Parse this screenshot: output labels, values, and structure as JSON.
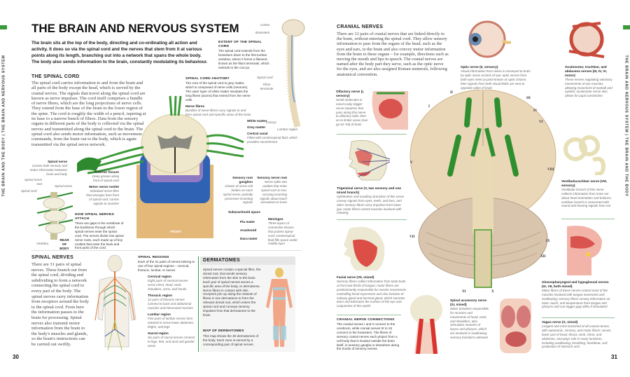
{
  "page_left": {
    "number": "30",
    "running_head": "THE BRAIN AND THE BODY  |  THE BRAIN AND NERVOUS SYSTEM",
    "title": "THE BRAIN AND NERVOUS SYSTEM",
    "intro": "The brain sits at the top of the body, directing and co-ordinating all action and activity. It does so via the spinal cord and the nerves that stem from it at various points along its length, branching out into a network that spans the whole body. The body also sends information to the brain, constantly modulating its behaviour.",
    "extent": {
      "heading": "EXTENT OF THE SPINAL CORD",
      "text": "The spinal cord extends from the brainstem down to the first lumbar vertebra, where it forms a filament, known as the filum terminale, which extends to the coccyx."
    },
    "spine_labels": {
      "cortex": "Cortex",
      "brainstem": "Brainstem",
      "spinal_cord": "Spinal cord",
      "filum": "Filum terminale",
      "coccyx": "Coccyx",
      "lumbar": "Lumbar region"
    },
    "spinal_cord": {
      "heading": "THE SPINAL CORD",
      "text": "The spinal cord carries information to and from the brain and all parts of the body except the head, which is served by the cranial nerves. The signals that travel along the spinal cord are known as nerve impulses. The cord itself comprises a bundle of nerve fibres, which are the long projections of nerve cells. They extend from the base of the brain to the lower region of the spine. The cord is roughly the width of a pencil, tapering at its base to a narrow bunch of fibres. Data from the sensory organs in different parts of the body is collected via the spinal nerves and transmitted along the spinal cord to the brain. The spinal cord also sends motor information, such as movement commands, from the brain out to the body, which is again transmitted via the spinal nerve network."
    },
    "anatomy": {
      "heading": "SPINAL CORD ANATOMY",
      "text": "The core of the spinal cord is grey matter, which is composed of nerve cells (neurons). The outer layer of white matter insulates the long fibres (axons) that extend from the nerve cells."
    },
    "labels": {
      "nerve_fibres": {
        "title": "Nerve fibres",
        "text": "Bundles of nerve fibres carry signals to and from spinal cord and specific areas of the brain"
      },
      "white_matter": "White matter",
      "grey_matter": "Grey matter",
      "central_canal": {
        "title": "Central canal",
        "text": "Filled with cerebrospinal fluid, which provides nourishment"
      },
      "spinal_nerve": {
        "title": "Spinal nerve",
        "text": "Carries both sensory and motor information between brain and body"
      },
      "anterior_fissure": {
        "title": "Anterior fissure",
        "text": "Deep groove along front of spinal cord"
      },
      "motor_rootlet": {
        "title": "Motor nerve rootlet",
        "text": "Individual nerve fibre that emerges from front of spinal cord; carries signals to muscles"
      },
      "sensory_ganglion": {
        "title": "Sensory root ganglion",
        "text": "Cluster of nerve cell bodies on each spinal nerve; partially processes incoming signals"
      },
      "sensory_root": {
        "title": "Sensory nerve root",
        "text": "Nerve splits into rootlets that enter spinal cord at rear, carrying incoming signals about touch sensations to brain"
      },
      "subarachnoid": "Subarachnoid space",
      "pia": "Pia mater",
      "arachnoid": "Arachnoid",
      "dura": "Dura mater",
      "meninges": {
        "title": "Meninges",
        "text": "Three layers of connective tissues that protect spinal cord; cerebrospinal fluid fills space under middle layer"
      },
      "front": "FRONT",
      "v_spinal_nerve_root": "Spinal nerve root",
      "v_spinal_nerve": "Spinal nerve",
      "v_spinal_cord": "Spinal cord",
      "v_vertebra": "Vertebra",
      "rear": "REAR OF BODY"
    },
    "attach": {
      "heading": "HOW SPINAL NERVES ATTACH",
      "text": "There are gaps in the vertebrae of the backbone through which spinal nerves enter the spinal cord. The nerves divide into spinal nerve roots, each made up of tiny rootlets that enter the back and front parts of the cord."
    },
    "spinal_nerves": {
      "heading": "SPINAL NERVES",
      "text": "There are 31 pairs of spinal nerves. These branch out from the spinal cord, dividing and subdividing to form a network connecting the spinal cord to every part of the body. The spinal nerves carry information from receptors around the body to the spinal cord. From here the information passes to the brain for processing. Spinal nerves also transmit motor information from the brain to the body's muscles and glands, so the brain's instructions can be carried out swiftly."
    },
    "regions": {
      "heading": "SPINAL REGIONS",
      "text": "Each of the 31 pairs of nerves belong to one of four spinal regions – cervical, thoracic, lumbar, or sacral.",
      "items": [
        {
          "title": "Cervical region",
          "text": "Eight pairs of cervical nerves serve chest, head, neck, shoulders, arms, and hands"
        },
        {
          "title": "Thoracic region",
          "text": "12 pairs of thoracic nerves connect to back and abdominal muscles and intercostal muscles"
        },
        {
          "title": "Lumbar region",
          "text": "Five pairs of lumbar nerves form network to serve lower abdomen, thighs, and legs"
        },
        {
          "title": "Sacral region",
          "text": "Six pairs of sacral nerves connect to legs, feet, and anal and genital areas"
        }
      ]
    },
    "dermatomes": {
      "heading": "DERMATOMES",
      "text": "Spinal nerves contain a special fibre, the dorsal root, that sends sensory information from the skin to the brain. Each pair of spinal nerves serves a specific area of the body, or dermatome. Nerve fibres in contact with skin receptors join up along the network of fibres in one dermatome to form the relevant dorsal root, which enters the spinal cord and conveys sensory impulses from that dermatome to the brain.",
      "map_heading": "MAP OF DERMATOMES",
      "map_text": "This map shows the 30 dermatomes of the body. Each zone is served by a corresponding pair of spinal nerves."
    }
  },
  "page_right": {
    "number": "31",
    "running_head": "THE BRAIN AND NERVOUS SYSTEM  |  THE BRAIN AND THE BODY",
    "cranial": {
      "heading": "CRANIAL NERVES",
      "text": "There are 12 pairs of cranial nerves that are linked directly to the brain, without entering the spinal cord. They allow sensory information to pass from the organs of the head, such as the eyes and ears, to the brain and also convey motor information from the brain to these organs – for example, directions such as moving the mouth and lips in speech. The cranial nerves are named after the body part they serve, such as the optic nerve for the eyes, and are also assigned Roman numerals, following anatomical convention."
    },
    "nerves": {
      "olfactory": {
        "title": "Olfactory nerve (I, sensory)",
        "text": "Smell molecules in nasal cavity trigger nerve impulses that pass along this nerve to olfactory bulb, then on to limbic areas (see pp.52–53) of brain"
      },
      "optic": {
        "title": "Optic nerve (II, sensory)",
        "text": "Visual information from retina is conveyed to brain by optic nerve at back of eye; optic nerves from both eyes meet at point known as optic chiasm, then signals from both visual fields are sent to opposite sides of brain"
      },
      "oculomotor": {
        "title": "Oculomotor, trochlear, and abducens nerves (III, IV, VI, motor)",
        "text": "These nerves regulating voluntary movements of eye muscles, allowing movement of eyeball and eyelids; oculomotor nerve also allows for pupil constriction"
      },
      "trigeminal": {
        "title": "Trigeminal nerve (V, two sensory and one mixed branch)",
        "text": "Ophthalmic and maxillary branches of this nerve convey signals from eyes, teeth, and face, and other sensory fibres carry impulses from lower jaw; motor fibres control muscles involved with chewing"
      },
      "facial": {
        "title": "Facial nerve (VII, mixed)",
        "text": "Sensory fibres collect information from taste buds at front two-thirds of tongue; motor fibres are predominantly responsible for muscle movements controlling facial expression and also function of salivary gland and lacrimal gland, which secretes tears and lubricates the surface of the eye and conjunctiva of the eyelid"
      },
      "vestibulocochlear": {
        "title": "Vestibulocochlear nerve (VIII, sensory)",
        "text": "Vestibular branch of this nerve collects information from inner ear about head orientation and balance; cochlear branch is concerned with sound and hearing signals from ear"
      },
      "glosso": {
        "title": "Glossopharyngeal and hypoglossal nerves (IX, XII, both mixed)",
        "text": "Motor fibres of these nerves control most of the muscles involved with tongue movement and swallowing; sensory fibres convey information on taste, touch, and temperature from tongue and pharynx and can trigger gag reflex if stimulated"
      },
      "vagus": {
        "title": "Vagus nerve (X, mixed)",
        "text": "Longest and most branched of all cranial nerves, with autonomic, sensory, and motor fibres; serves lower part of head, throat, neck, chest, and abdomen, and plays role in many functions, including swallowing, breathing, heartbeat, and production of stomach acid"
      },
      "accessory": {
        "title": "Spinal accessory nerve (XI, mixed)",
        "text": "Motor functions responsible for muscles and movements of head, neck, and shoulders; also stimulates muscles of larynx and pharynx, which are involved in swallowing; sensory functions unknown"
      }
    },
    "connections": {
      "heading": "CRANIAL NERVE CONNECTIONS",
      "text": "The cranial nerves I and II connect to the cerebrum, while cranial nerves III to XII connect to the brainstem. The fibres of sensory cranial nerves each project from a cell body that is located outside the brain itself, in sensory ganglia or elsewhere along the trunks of sensory nerves."
    },
    "numerals": {
      "i": "I",
      "ii": "II",
      "iii": "III",
      "iv": "IV",
      "vi": "VI",
      "v": "V",
      "vii": "VII",
      "viii": "VIII",
      "ix": "IX",
      "xii": "XII",
      "x": "X",
      "xi": "XI"
    }
  },
  "colors": {
    "accent_green": "#3a9a3a",
    "nerve_green": "#3d9a3a",
    "brain_tan": "#e7d3b4",
    "dura_blue": "#2f62b3"
  }
}
